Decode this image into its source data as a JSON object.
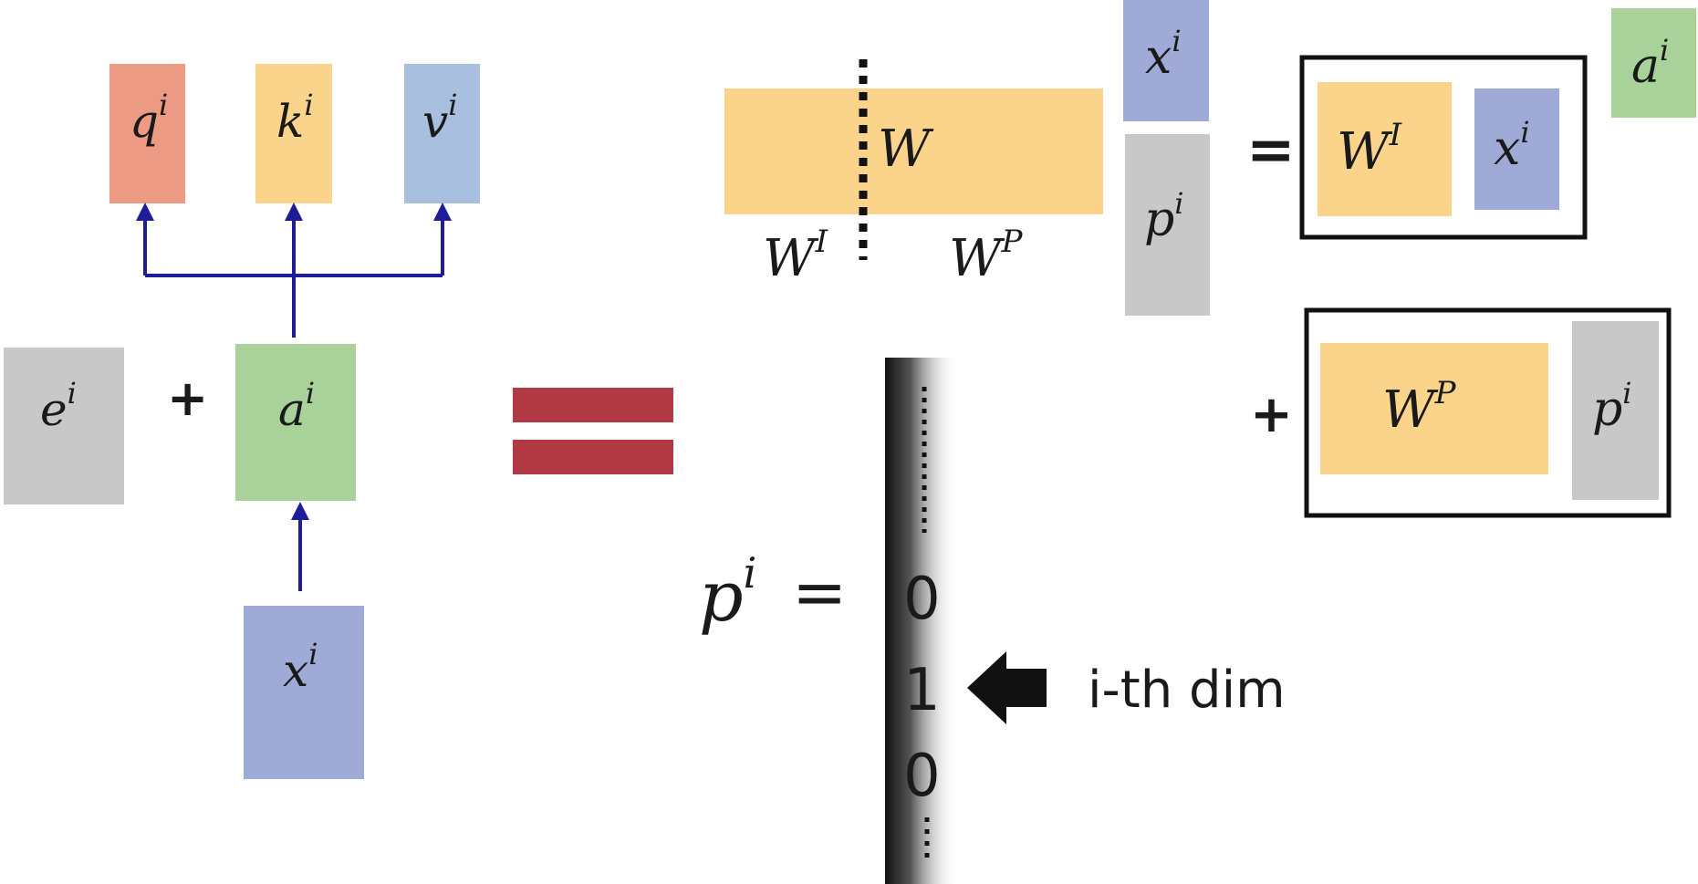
{
  "colors": {
    "red_block": "#ec9a84",
    "orange_block": "#fad48b",
    "light_blue_block": "#a9bfe0",
    "green_block": "#a8d29a",
    "blue_block": "#9faad6",
    "gray_block": "#c8c8c8",
    "arrow_navy": "#1f1c98",
    "equals_red": "#b23a43",
    "ink": "#1a1a1a"
  },
  "left": {
    "q": {
      "base": "q",
      "sup": "i"
    },
    "k": {
      "base": "k",
      "sup": "i"
    },
    "v": {
      "base": "v",
      "sup": "i"
    },
    "e": {
      "base": "e",
      "sup": "i"
    },
    "plus": "+",
    "a": {
      "base": "a",
      "sup": "i"
    },
    "x": {
      "base": "x",
      "sup": "i"
    }
  },
  "top_right": {
    "W": "W",
    "WI": {
      "base": "W",
      "sup": "I"
    },
    "WP": {
      "base": "W",
      "sup": "P"
    },
    "x": {
      "base": "x",
      "sup": "i"
    },
    "p": {
      "base": "p",
      "sup": "i"
    },
    "equals": "=",
    "box_WI": {
      "base": "W",
      "sup": "I"
    },
    "box_x": {
      "base": "x",
      "sup": "i"
    },
    "a": {
      "base": "a",
      "sup": "i"
    },
    "plus": "+",
    "box_WP": {
      "base": "W",
      "sup": "P"
    },
    "box_p": {
      "base": "p",
      "sup": "i"
    }
  },
  "bottom": {
    "p_lhs": {
      "base": "p",
      "sup": "i",
      "equals": "="
    },
    "vector_entries": [
      "0",
      "1",
      "0"
    ],
    "pointer_label": "i-th dim"
  }
}
